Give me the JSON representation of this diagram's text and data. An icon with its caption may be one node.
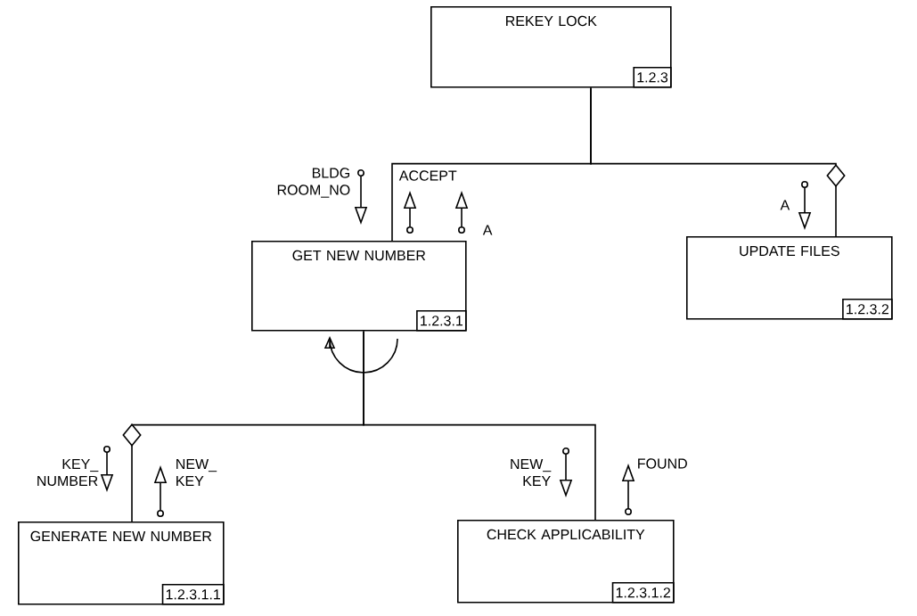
{
  "diagram": {
    "nodes": [
      {
        "text": [
          "REKEY LOCK",
          "1.2.3"
        ]
      },
      {
        "text": [
          "GET NEW NUMBER",
          "1.2.3.1"
        ]
      },
      {
        "text": [
          "UPDATE FILES",
          "1.2.3.2"
        ]
      },
      {
        "text": [
          "GENERATE NEW NUMBER",
          "1.2.3.1.1"
        ]
      },
      {
        "text": [
          "CHECK APPLICABILITY",
          "1.2.3.1.2"
        ]
      }
    ],
    "edges": [
      {
        "from": 0,
        "to": 1,
        "arrow": "none"
      },
      {
        "from": 0,
        "to": 2,
        "arrow": "none"
      },
      {
        "from": 1,
        "to": 3,
        "arrow": "none"
      },
      {
        "from": 1,
        "to": 4,
        "arrow": "none"
      }
    ],
    "labels": [
      "BLDG ROOM_NO",
      "ACCEPT",
      "A",
      "A",
      "KEY_ NUMBER",
      "NEW_ KEY",
      "NEW_ KEY",
      "FOUND"
    ]
  }
}
